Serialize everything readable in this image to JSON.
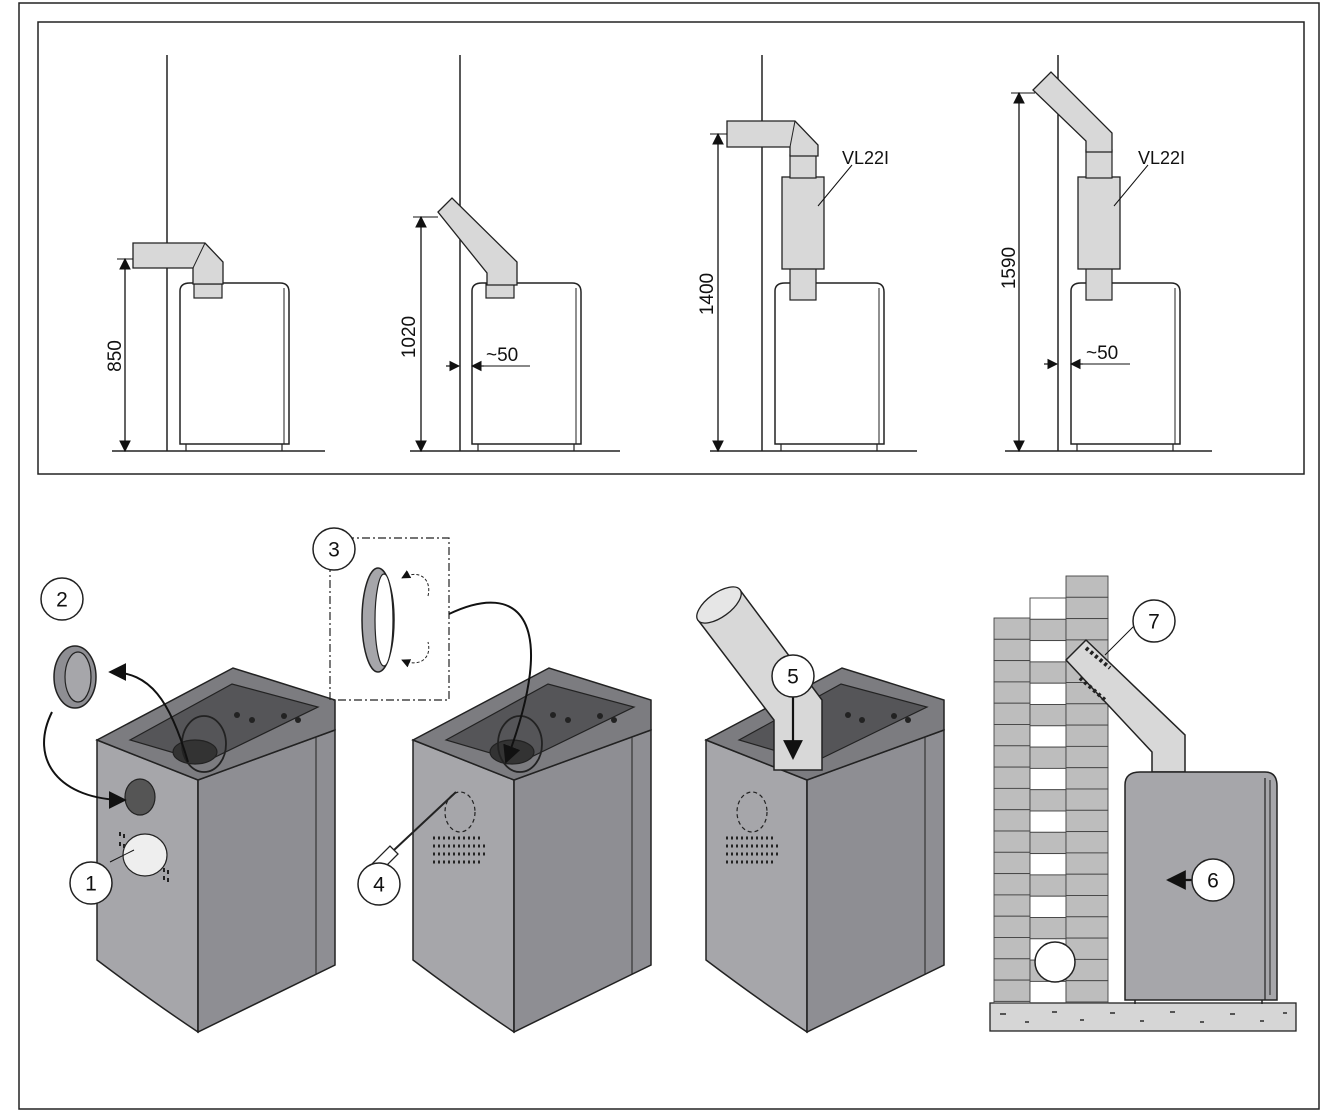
{
  "top_panel": {
    "heights": [
      "850",
      "1020",
      "1400",
      "1590"
    ],
    "wall_gap": "~50",
    "pipe_model": "VL22I"
  },
  "callouts": [
    "1",
    "2",
    "3",
    "4",
    "5",
    "6",
    "7"
  ],
  "colors": {
    "stove_body": "#a6a6aa",
    "stove_dark": "#8e8e93",
    "stove_top": "#7c7c80",
    "pipe": "#d8d8d8",
    "brick": "#bdbdbd",
    "line": "#222222"
  }
}
